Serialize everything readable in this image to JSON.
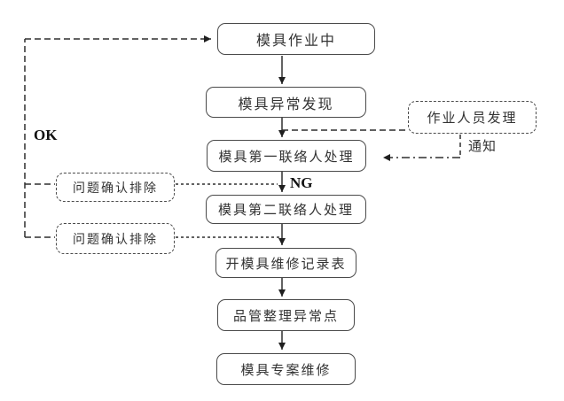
{
  "diagram": {
    "type": "flowchart",
    "nodes": {
      "working": {
        "label": "模具作业中"
      },
      "abnormal_found": {
        "label": "模具异常发现"
      },
      "first_contact": {
        "label": "模具第一联络人处理"
      },
      "second_contact": {
        "label": "模具第二联络人处理"
      },
      "repair_record": {
        "label": "开模具维修记录表"
      },
      "qc_organize": {
        "label": "品管整理异常点"
      },
      "special_repair": {
        "label": "模具专案维修"
      },
      "operator_handle": {
        "label": "作业人员发理"
      },
      "problem_clear_1": {
        "label": "问题确认排除"
      },
      "problem_clear_2": {
        "label": "问题确认排除"
      }
    },
    "labels": {
      "ok": "OK",
      "ng": "NG",
      "notify": "通知"
    },
    "colors": {
      "line": "#3a3a3a",
      "text": "#333333",
      "background": "#ffffff"
    }
  }
}
